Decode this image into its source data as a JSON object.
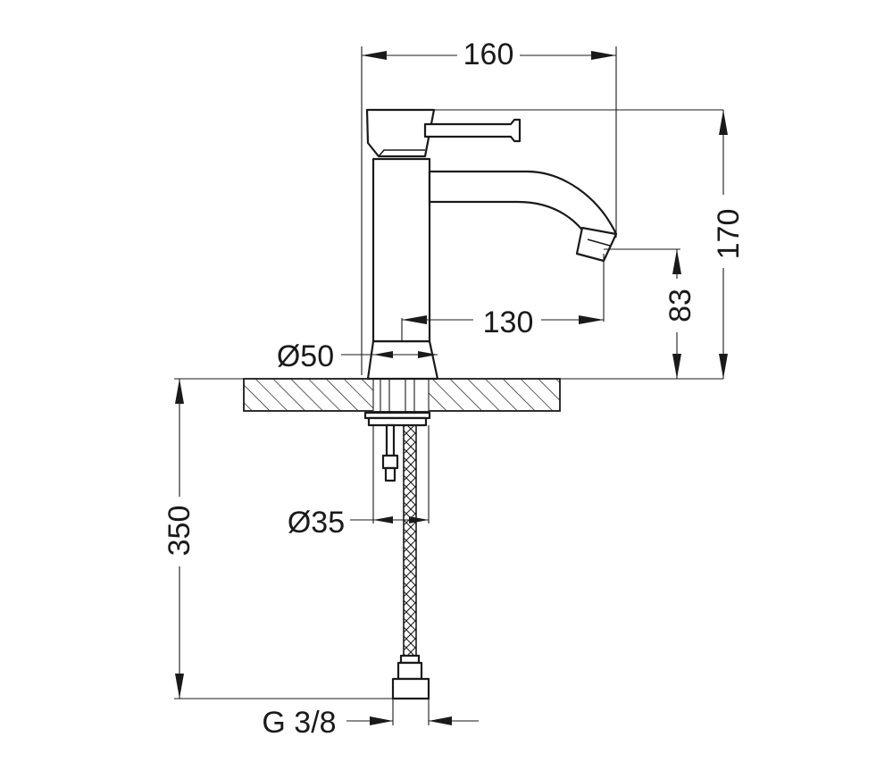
{
  "drawing": {
    "dimensions": {
      "width_top": "160",
      "height_total": "170",
      "spout_reach": "130",
      "spout_height": "83",
      "base_diameter": "Ø50",
      "tail_diameter": "Ø35",
      "hose_length": "350",
      "connection_thread": "G 3/8"
    },
    "colors": {
      "line": "#1a1a1a",
      "background": "#ffffff"
    }
  }
}
